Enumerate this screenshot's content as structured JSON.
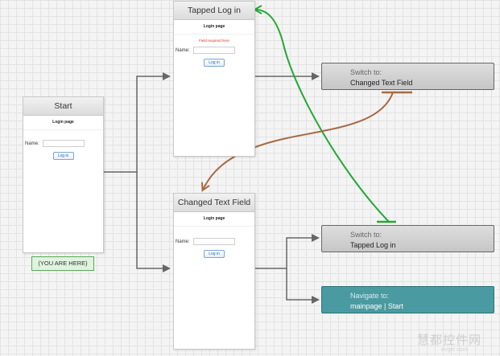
{
  "screens": {
    "start": {
      "title": "Start",
      "header": "Login page",
      "field_label": "Name:",
      "button_label": "Log in"
    },
    "tapped_login": {
      "title": "Tapped Log in",
      "header": "Login page",
      "error": "Field required here",
      "field_label": "Name:",
      "button_label": "Log in"
    },
    "changed_text": {
      "title": "Changed Text Field",
      "header": "Login page",
      "field_label": "Name:",
      "button_label": "Log in"
    }
  },
  "actions": {
    "switch_changed": {
      "label": "Switch to:",
      "target": "Changed Text Field"
    },
    "switch_tapped": {
      "label": "Switch to:",
      "target": "Tapped Log in"
    },
    "navigate_main": {
      "label": "Navigate to:",
      "target": "mainpage | Start"
    }
  },
  "you_are_here": "(YOU ARE HERE)",
  "watermark": {
    "main": "慧都控件网",
    "sub": "evget.com"
  },
  "colors": {
    "grid": "#e3e3e3",
    "connector": "#666666",
    "green_link": "#22aa33",
    "brown_link": "#a86a44",
    "navigate_box": "#4a9aa1",
    "switch_box": "#cccccc"
  }
}
